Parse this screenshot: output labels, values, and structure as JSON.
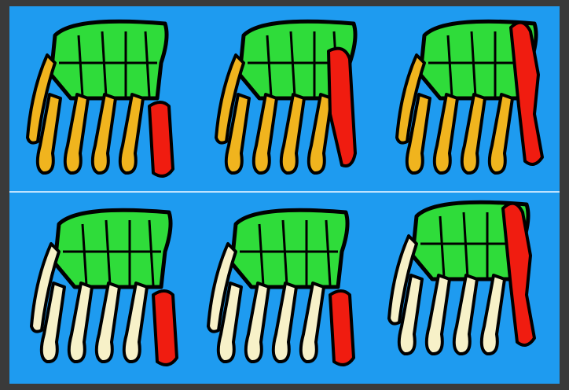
{
  "colors": {
    "frame": "#3a3a3a",
    "background": "#1e9bf0",
    "divider": "#bfe3ff",
    "carpal": "#2fdc3a",
    "metacarpal": "#f0b41e",
    "pale": "#f7f1c8",
    "digit": "#f01c10",
    "outline": "#000000"
  },
  "panels": [
    {
      "label_id": "top-left",
      "pattern": [
        "metacarpal",
        "metacarpal",
        "metacarpal",
        "metacarpal"
      ],
      "digit": "short-red"
    },
    {
      "label_id": "top-middle",
      "pattern": [
        "metacarpal",
        "metacarpal",
        "metacarpal",
        "metacarpal"
      ],
      "digit": "long-red"
    },
    {
      "label_id": "top-right",
      "pattern": [
        "metacarpal",
        "metacarpal",
        "metacarpal",
        "metacarpal"
      ],
      "digit": "segmented-red"
    },
    {
      "label_id": "bottom-left",
      "pattern": [
        "pale",
        "pale",
        "pale",
        "pale"
      ],
      "digit": "short-red"
    },
    {
      "label_id": "bottom-middle",
      "pattern": [
        "pale",
        "pale",
        "pale",
        "pale"
      ],
      "digit": "short-red"
    },
    {
      "label_id": "bottom-right",
      "pattern": [
        "pale",
        "pale",
        "pale",
        "pale"
      ],
      "digit": "segmented-red"
    }
  ]
}
